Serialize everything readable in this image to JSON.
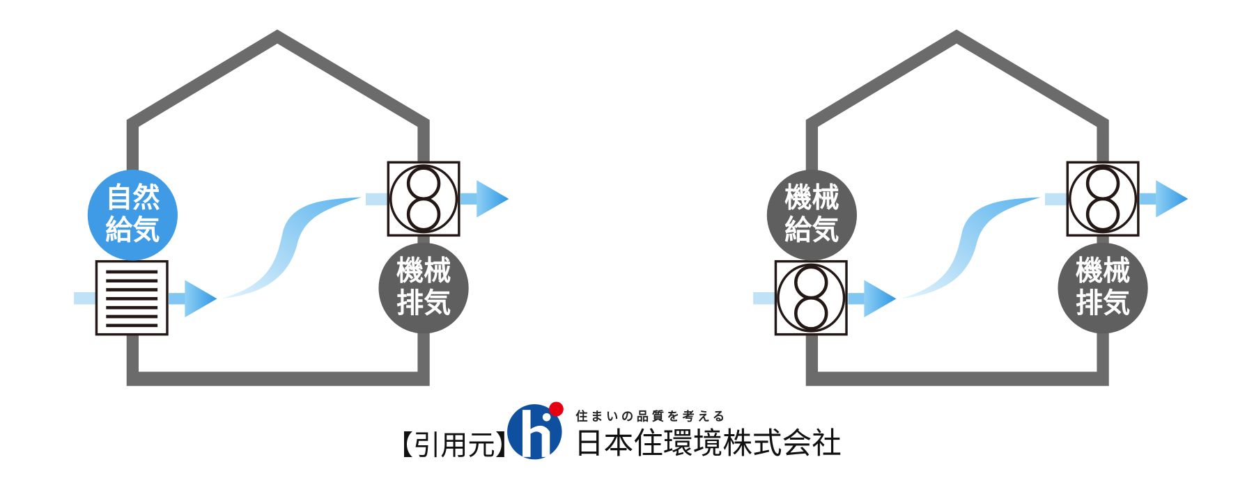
{
  "colors": {
    "wall": "#6b6b6b",
    "natural": "#3f9be6",
    "mechanical": "#5f5f5f",
    "air_light": "#bfe2f7",
    "air_arrow": "#3aa4e8",
    "logo_blue": "#0f4fa0",
    "logo_red": "#e60012"
  },
  "left_diagram": {
    "supply_label": [
      "自然",
      "給気"
    ],
    "exhaust_label": [
      "機械",
      "排気"
    ],
    "supply_device": "louver-icon",
    "exhaust_device": "fan-icon"
  },
  "right_diagram": {
    "supply_label": [
      "機械",
      "給気"
    ],
    "exhaust_label": [
      "機械",
      "排気"
    ],
    "supply_device": "fan-icon",
    "exhaust_device": "fan-icon"
  },
  "footer": {
    "citation": "【引用元】",
    "tagline": "住まいの品質を考える",
    "company": "日本住環境株式会社"
  }
}
